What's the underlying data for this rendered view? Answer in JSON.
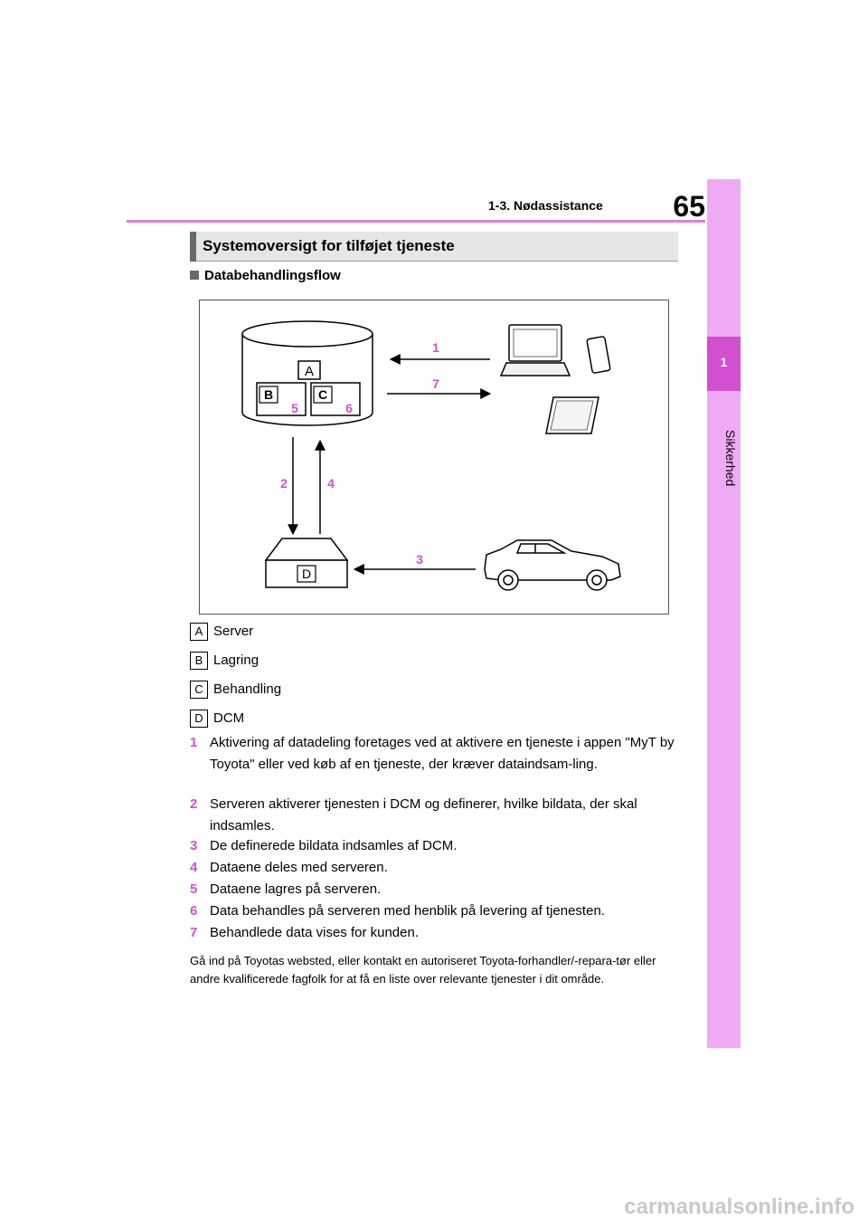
{
  "header": {
    "page_number": "65",
    "section": "1-3. Nødassistance"
  },
  "side_tab": {
    "number": "1",
    "label": "Sikkerhed"
  },
  "heading": "Systemoversigt for tilføjet tjeneste",
  "subheading": "Databehandlingsflow",
  "diagram": {
    "box_labels": {
      "a": "A",
      "b": "B",
      "c": "C",
      "d": "D"
    },
    "step_numbers": {
      "s1": "1",
      "s2": "2",
      "s3": "3",
      "s4": "4",
      "s5": "5",
      "s6": "6",
      "s7": "7"
    }
  },
  "legend": [
    {
      "key": "A",
      "value": "Server"
    },
    {
      "key": "B",
      "value": "Lagring"
    },
    {
      "key": "C",
      "value": "Behandling"
    },
    {
      "key": "D",
      "value": "DCM"
    }
  ],
  "steps": [
    {
      "num": "1",
      "text": "Aktivering af datadeling foretages ved at aktivere en tjeneste i appen \"MyT by Toyota\" eller ved køb af en tjeneste, der kræver dataindsam-ling."
    },
    {
      "num": "2",
      "text": "Serveren aktiverer tjenesten i DCM og definerer, hvilke bildata, der skal indsamles."
    },
    {
      "num": "3",
      "text": "De definerede bildata indsamles af DCM."
    },
    {
      "num": "4",
      "text": "Dataene deles med serveren."
    },
    {
      "num": "5",
      "text": "Dataene lagres på serveren."
    },
    {
      "num": "6",
      "text": "Data behandles på serveren med henblik på levering af tjenesten."
    },
    {
      "num": "7",
      "text": "Behandlede data vises for kunden."
    }
  ],
  "footnote": "Gå ind på Toyotas websted, eller kontakt en autoriseret Toyota-forhandler/-repara-tør eller andre kvalificerede fagfolk for at få en liste over relevante tjenester i dit område.",
  "watermark": "carmanualsonline.info",
  "colors": {
    "accent": "#d24fd0",
    "tab": "#eeaaf4"
  }
}
